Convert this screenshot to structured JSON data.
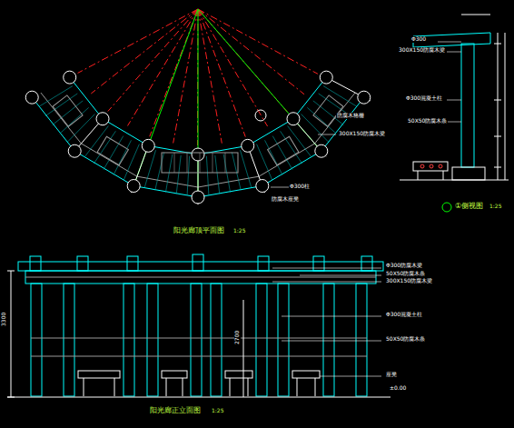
{
  "diagram": {
    "labels": [
      "阳光廊顶平面图",
      "1:25",
      "Φ300柱",
      "300X150防腐木梁",
      "防腐木格栅",
      "防腐木座凳",
      "Φ300",
      "300X150防腐木梁",
      "Φ300混凝土柱",
      "50X50防腐木条",
      "①侧视图",
      "1:25",
      "Φ300防腐木梁",
      "50X50防腐木条",
      "300X150防腐木梁",
      "Φ300混凝土柱",
      "50X50防腐木条",
      "座凳",
      "±0.00",
      "阳光廊正立面图",
      "1:25",
      "3300",
      "2700"
    ]
  }
}
